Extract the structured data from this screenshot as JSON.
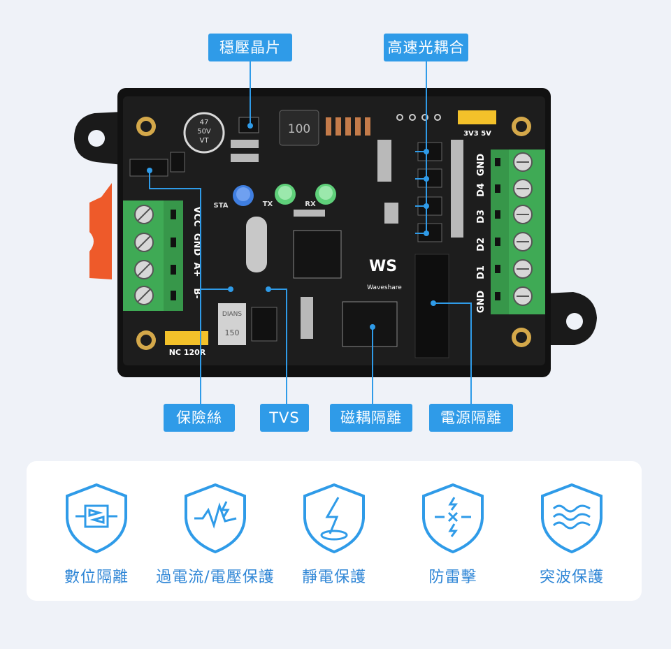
{
  "callouts": {
    "top": [
      "穩壓晶片",
      "高速光耦合"
    ],
    "bottom": [
      "保險絲",
      "TVS",
      "磁耦隔離",
      "電源隔離"
    ]
  },
  "board": {
    "left_terminal_labels": [
      "VCC",
      "GND",
      "A+",
      "B-"
    ],
    "right_terminal_labels": [
      "GND",
      "D4",
      "D3",
      "D2",
      "D1",
      "GND"
    ],
    "led_labels": [
      "STA",
      "TX",
      "RX"
    ],
    "jumper_top_label": "3V3  5V",
    "jumper_bottom_label": "NC 120R",
    "brand": "Waveshare",
    "capacitor_text": [
      "47",
      "50V",
      "VT"
    ],
    "inductor_text": "100",
    "fuse_text": [
      "DIANS",
      "150"
    ]
  },
  "features": [
    {
      "label": "數位隔離",
      "icon": "digital-isolation-icon"
    },
    {
      "label": "過電流/電壓保護",
      "icon": "overcurrent-icon"
    },
    {
      "label": "靜電保護",
      "icon": "esd-icon"
    },
    {
      "label": "防雷擊",
      "icon": "lightning-icon"
    },
    {
      "label": "突波保護",
      "icon": "surge-icon"
    }
  ],
  "colors": {
    "accent": "#2f9be8",
    "feature_text": "#2f86d6",
    "background": "#eff2f8",
    "pcb": "#1c1c1c",
    "terminal": "#3faa55"
  }
}
